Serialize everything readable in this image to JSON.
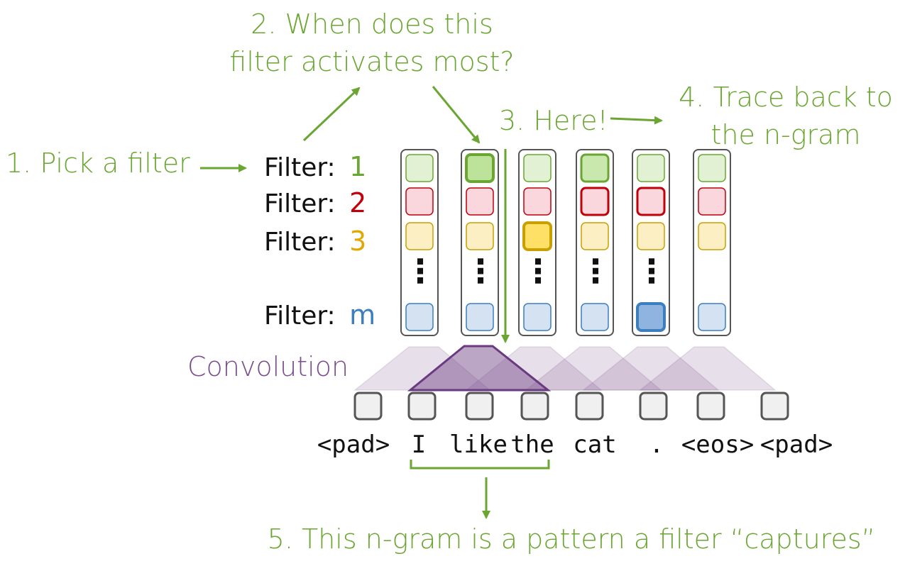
{
  "steps": {
    "pick": "1. Pick a filter",
    "when_line1": "2. When does this",
    "when_line2": "filter activates most?",
    "here": "3. Here!",
    "trace_line1": "4. Trace back to",
    "trace_line2": "the n-gram",
    "pattern": "5. This n-gram is a pattern a filter “captures”"
  },
  "filters": [
    {
      "prefix": "Filter:",
      "id": "1",
      "color": "#6aa631"
    },
    {
      "prefix": "Filter:",
      "id": "2",
      "color": "#c0000b"
    },
    {
      "prefix": "Filter:",
      "id": "3",
      "color": "#e0a800"
    },
    {
      "prefix": "Filter:",
      "id": "m",
      "color": "#3d7ebf"
    }
  ],
  "dots": "⋮",
  "convolution_label": "Convolution",
  "tokens": [
    "<pad>",
    "I",
    "like",
    "the",
    "cat",
    ".",
    "<eos>",
    "<pad>"
  ],
  "selected_ngram": [
    "I",
    "like",
    "the"
  ],
  "highlights": {
    "filter_1_max_column": 2,
    "filter_3_max_column": 3,
    "filter_m_max_column": 5
  },
  "colors": {
    "green": "#6aa631",
    "red": "#c0000b",
    "yellow": "#e0a800",
    "blue": "#3d7ebf",
    "purple": "#7a4d8c"
  }
}
